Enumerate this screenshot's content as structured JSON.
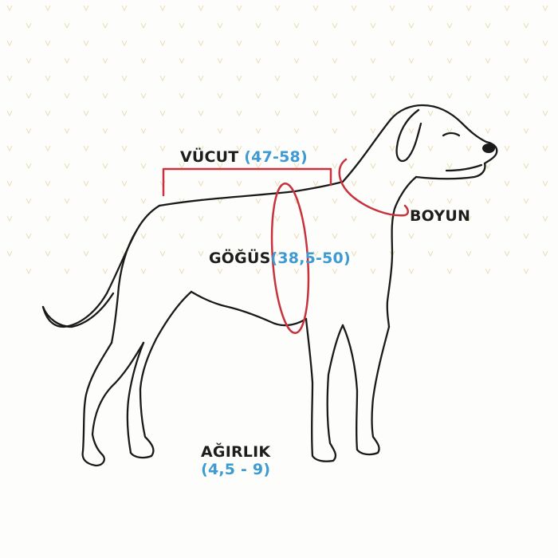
{
  "colors": {
    "background": "#fdfdfc",
    "pattern": "#e9dfb7",
    "outline": "#1a1a1a",
    "measure_line": "#c8323c",
    "label_dark": "#1d1d1b",
    "label_value": "#3d9bd1"
  },
  "illustration": {
    "subject": "dog-side-view-outline",
    "background_pattern": "small-v-marks"
  },
  "labels": {
    "body": {
      "name": "VÜCUT",
      "value": "(47-58)"
    },
    "chest": {
      "name": "GÖĞÜS",
      "value": "(38,5-50)"
    },
    "neck": {
      "name": "BOYUN"
    },
    "weight": {
      "name": "AĞIRLIK",
      "value": "(4,5 - 9)"
    }
  }
}
